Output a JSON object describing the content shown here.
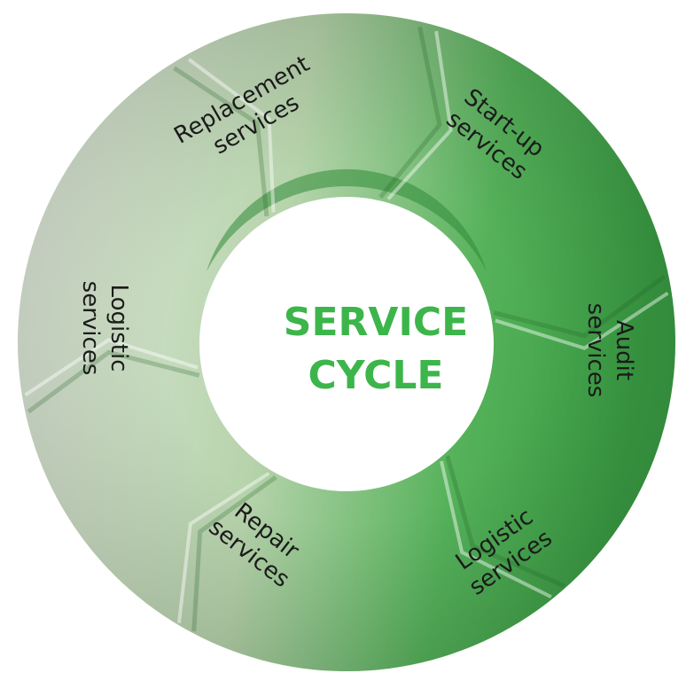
{
  "diagram": {
    "center": {
      "line1": "SERVICE",
      "line2": "CYCLE"
    },
    "segments": [
      {
        "id": "start-up",
        "line1": "Start-up",
        "line2": "services"
      },
      {
        "id": "audit",
        "line1": "Audit",
        "line2": "services"
      },
      {
        "id": "logistic-right",
        "line1": "Logistic",
        "line2": "services"
      },
      {
        "id": "repair",
        "line1": "Repair",
        "line2": "services"
      },
      {
        "id": "logistic-left",
        "line1": "Logistic",
        "line2": "services"
      },
      {
        "id": "replacement",
        "line1": "Replacement",
        "line2": "services"
      }
    ],
    "colors": {
      "accent": "#3cb54a",
      "ring_dark": "#3a9e43",
      "ring_light": "#e2ecdc"
    }
  }
}
